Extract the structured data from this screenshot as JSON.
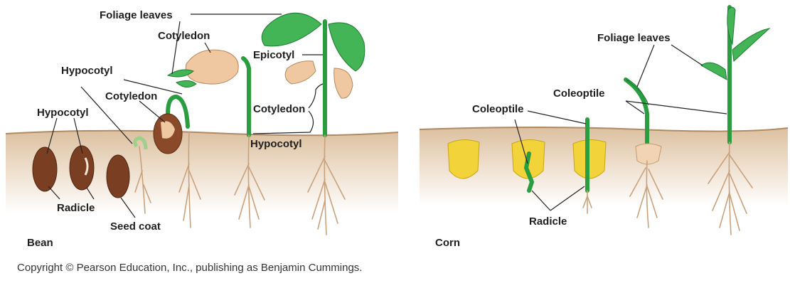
{
  "labels": {
    "foliage_leaves_bean": "Foliage leaves",
    "cotyledon_top": "Cotyledon",
    "epicotyl": "Epicotyl",
    "hypocotyl_upper": "Hypocotyl",
    "cotyledon_mid": "Cotyledon",
    "cotyledon_right": "Cotyledon",
    "hypocotyl_left": "Hypocotyl",
    "hypocotyl_right": "Hypocotyl",
    "radicle_bean": "Radicle",
    "seed_coat": "Seed coat",
    "bean": "Bean",
    "foliage_leaves_corn": "Foliage leaves",
    "coleoptile_left": "Coleoptile",
    "coleoptile_right": "Coleoptile",
    "radicle_corn": "Radicle",
    "corn": "Corn"
  },
  "copyright": "Copyright © Pearson Education, Inc., publishing as Benjamin Cummings.",
  "colors": {
    "soil": "#e8d4bd",
    "soil_line": "#b08a64",
    "stem": "#2a9d40",
    "leaf": "#43b556",
    "bean_seed": "#7a3f22",
    "corn_kernel": "#f3d33a",
    "root": "#c9a27c"
  }
}
